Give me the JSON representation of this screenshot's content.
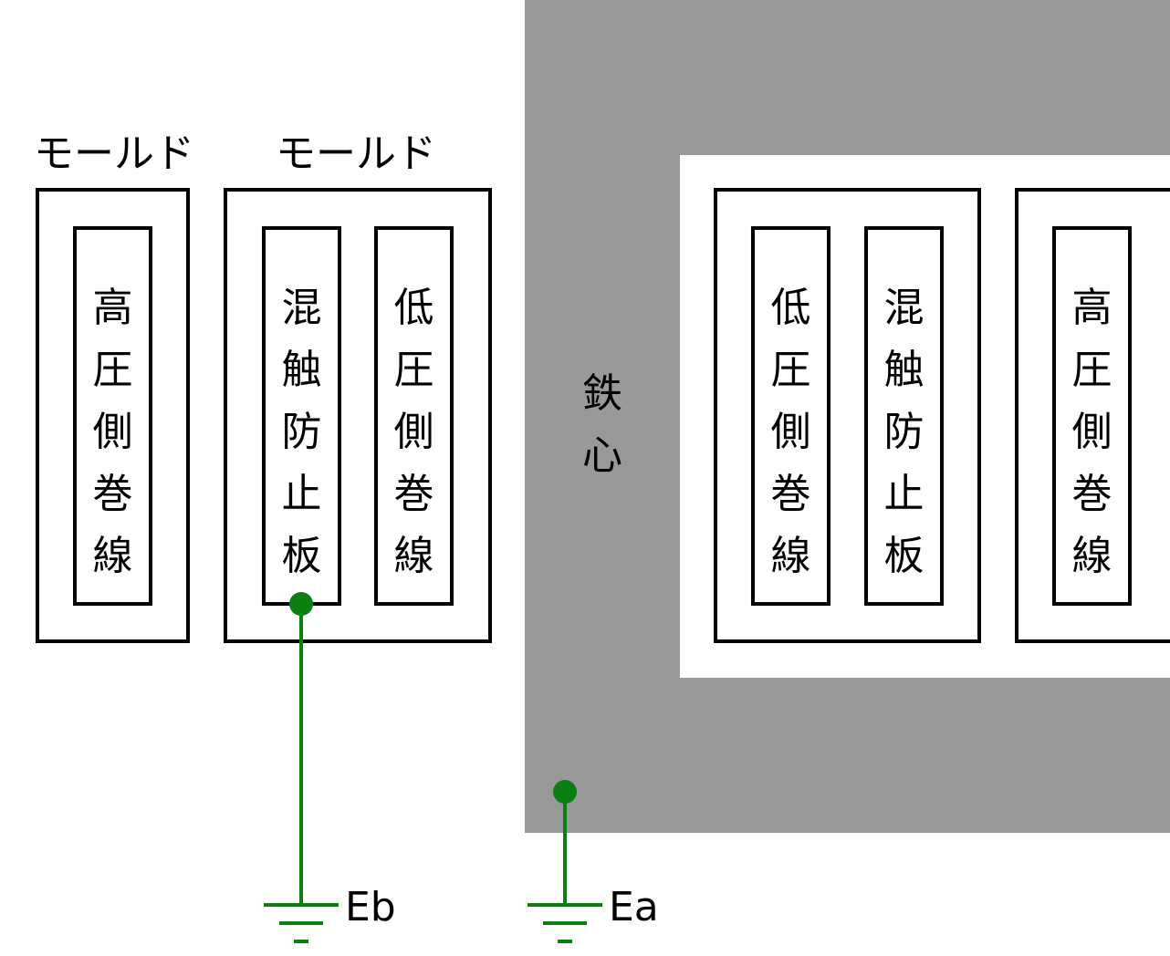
{
  "mold_labels": {
    "left": "モールド",
    "middle": "モールド"
  },
  "coils": {
    "left_hv": [
      "高",
      "圧",
      "側",
      "巻",
      "線"
    ],
    "mid_shield": [
      "混",
      "触",
      "防",
      "止",
      "板"
    ],
    "mid_lv": [
      "低",
      "圧",
      "側",
      "巻",
      "線"
    ],
    "right_lv": [
      "低",
      "圧",
      "側",
      "巻",
      "線"
    ],
    "right_shield": [
      "混",
      "触",
      "防",
      "止",
      "板"
    ],
    "right_hv": [
      "高",
      "圧",
      "側",
      "巻",
      "線"
    ]
  },
  "core_label": [
    "鉄",
    "心"
  ],
  "grounds": {
    "eb": "Eb",
    "ea": "Ea"
  },
  "colors": {
    "core": "#999999",
    "wire": "#0a8010",
    "outline": "#000000"
  }
}
